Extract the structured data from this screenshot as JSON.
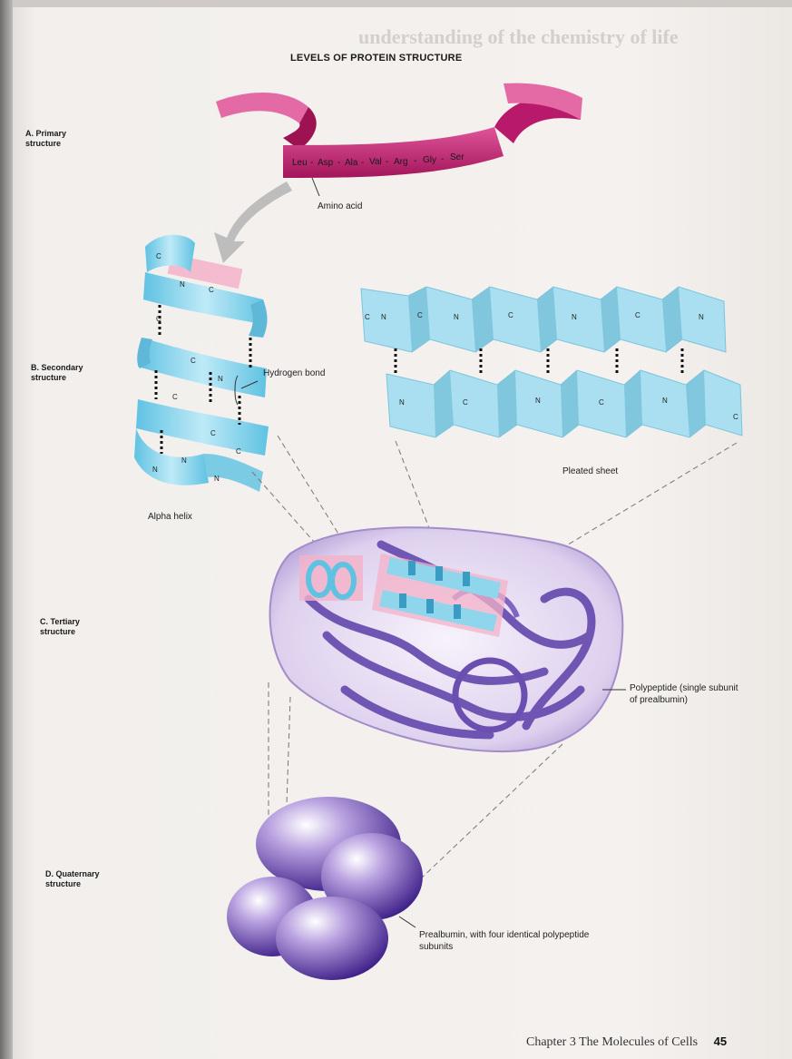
{
  "figure": {
    "title": "LEVELS OF PROTEIN STRUCTURE"
  },
  "levels": [
    {
      "label_letter": "A.",
      "label": "Primary structure"
    },
    {
      "label_letter": "B.",
      "label": "Secondary structure"
    },
    {
      "label_letter": "C.",
      "label": "Tertiary structure"
    },
    {
      "label_letter": "D.",
      "label": "Quaternary structure"
    }
  ],
  "primary": {
    "sequence": [
      "Leu",
      "Asp",
      "Ala",
      "Val",
      "Arg",
      "Gly",
      "Ser"
    ],
    "amino_acid_label": "Amino acid"
  },
  "secondary": {
    "hydrogen_bond_label": "Hydrogen bond",
    "alpha_helix_label": "Alpha helix",
    "pleated_sheet_label": "Pleated sheet"
  },
  "tertiary": {
    "caption": "Polypeptide (single subunit of prealbumin)"
  },
  "quaternary": {
    "caption": "Prealbumin, with four identical polypeptide subunits"
  },
  "footer": {
    "chapter": "Chapter 3   The Molecules of Cells",
    "page_number": "45"
  },
  "background_text": {
    "heading": "understanding of the chemistry of life"
  },
  "colors": {
    "ribbon_magenta": "#c81e6e",
    "helix_cyan": "#8fd6ec",
    "sheet_cyan": "#a9dff0",
    "tertiary_purple": "#6a4fb0",
    "quaternary_purple": "#5a36a0",
    "highlight_pink": "#f4b2c8"
  }
}
